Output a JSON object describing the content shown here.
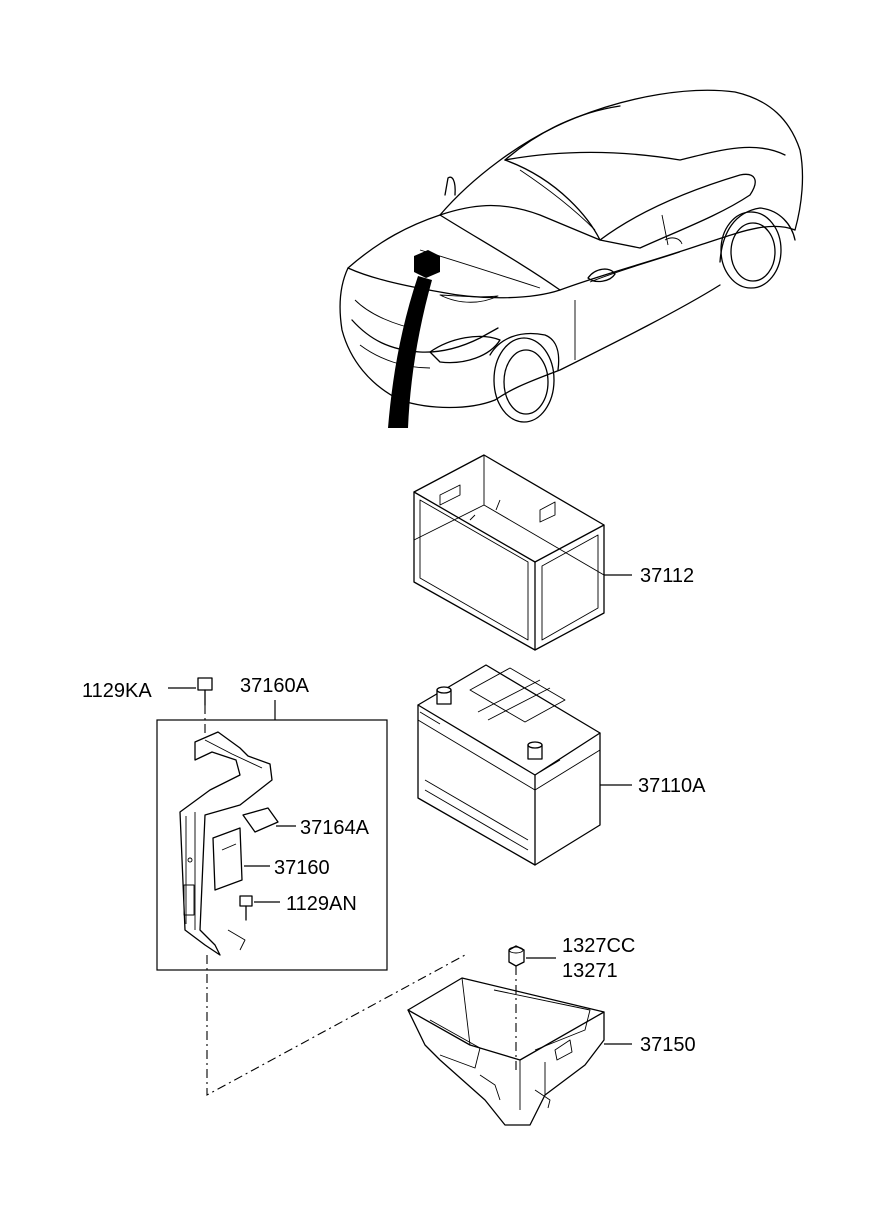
{
  "part_labels": {
    "tray_cover": "37112",
    "battery": "37110A",
    "bracket_assy": "37160A",
    "bolt_top": "1129KA",
    "pad": "37164A",
    "bracket": "37160",
    "bolt_bottom": "1129AN",
    "nut_a": "1327CC",
    "nut_b": "13271",
    "tray": "37150"
  }
}
